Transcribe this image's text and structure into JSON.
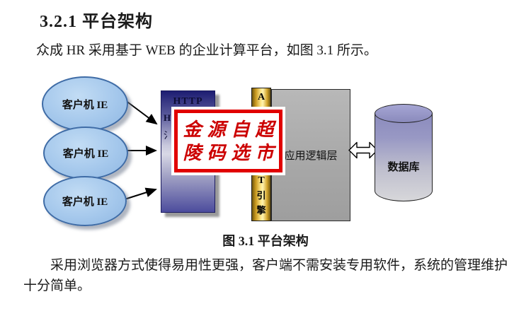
{
  "document": {
    "heading": "3.2.1 平台架构",
    "intro_paragraph": "众成 HR 采用基于 WEB 的企业计算平台，如图 3.1 所示。",
    "figure_caption": "图 3.1 平台架构",
    "closing_paragraph": "采用浏览器方式使得易用性更强，客户端不需安装专用软件，系统的管理维护十分简单。"
  },
  "diagram": {
    "clients": [
      {
        "label": "客户机 IE"
      },
      {
        "label": "客户机 IE"
      },
      {
        "label": "客户机 IE"
      }
    ],
    "web_server_box": {
      "line1": "HTTP",
      "line2_fragment": "H",
      "line3_fragment": "氵"
    },
    "engine_strip": {
      "letter_top": "A",
      "letter_t": "T",
      "letter_yin": "引",
      "letter_qing": "擎"
    },
    "logic_layer": {
      "label": "应用逻辑层"
    },
    "database": {
      "label": "数据库"
    },
    "watermark": {
      "line1": "金源自超",
      "line2": "陵码选市"
    }
  },
  "colors": {
    "client_fill": "#a5c8ec",
    "client_border": "#3f6ca6",
    "server_box_dark": "#1d1d72",
    "engine_gold": "#d2a42a",
    "logic_gray": "#a8a8a8",
    "database_purple": "#8b8bbd",
    "watermark_red": "#e10000",
    "watermark_text_red": "#cc0000"
  }
}
